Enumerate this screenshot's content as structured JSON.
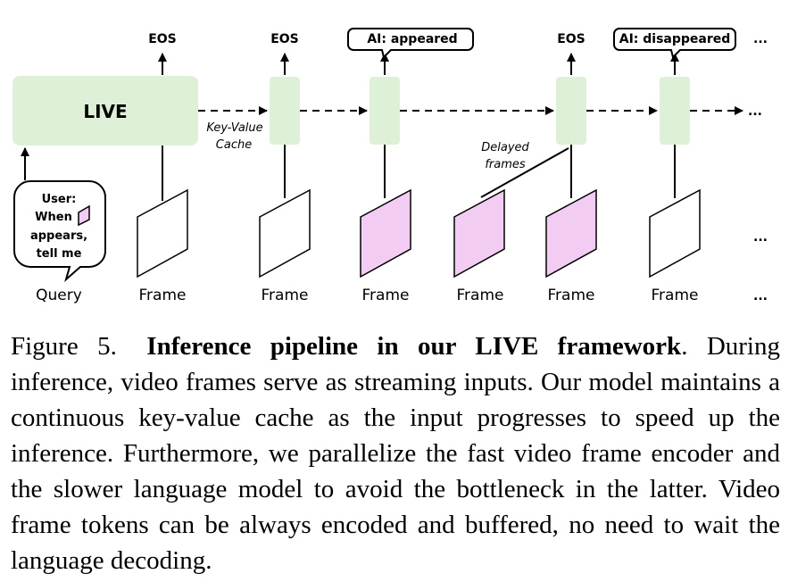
{
  "diagram": {
    "live_label": "LIVE",
    "kv_cache_label_line1": "Key-Value",
    "kv_cache_label_line2": "Cache",
    "delayed_label_line1": "Delayed",
    "delayed_label_line2": "frames",
    "outputs": [
      "EOS",
      "EOS",
      "AI: appeared",
      "EOS",
      "AI: disappeared"
    ],
    "ellipsis": "...",
    "query_bubble": [
      "User:",
      "When",
      "appears,",
      "tell me"
    ],
    "query_label": "Query",
    "frame_label": "Frame",
    "colors": {
      "block_fill": "#dff0d9",
      "frame_highlight": "#f2ccf2",
      "frame_plain": "#ffffff"
    }
  },
  "caption": {
    "label": "Figure 5.",
    "title": "Inference pipeline in our LIVE framework",
    "body": ". During inference, video frames serve as streaming inputs. Our model maintains a continuous key-value cache as the input progresses to speed up the inference. Furthermore, we parallelize the fast video frame encoder and the slower language model to avoid the bottleneck in the latter. Video frame tokens can be always encoded and buffered, no need to wait the language decoding."
  }
}
